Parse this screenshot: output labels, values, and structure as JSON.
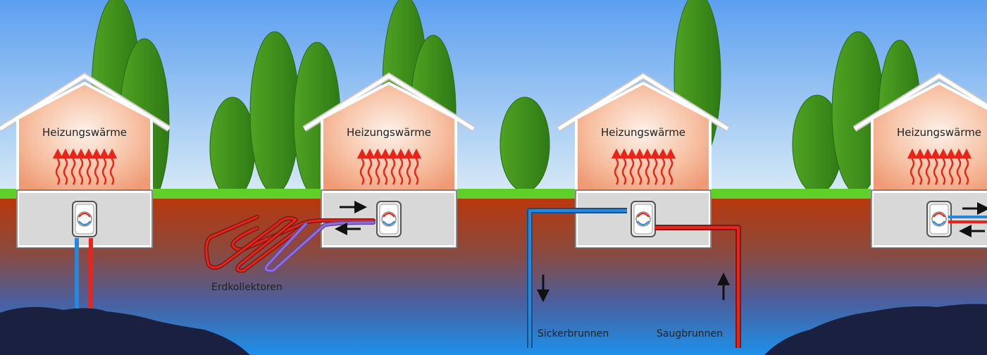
{
  "houses": [
    {
      "label": "Heizungswärme"
    },
    {
      "label": "Heizungswärme"
    },
    {
      "label": "Heizungswärme"
    },
    {
      "label": "Heizungswärme"
    }
  ],
  "labels": {
    "collectors": "Erdkollektoren",
    "infiltration_well": "Sickerbrunnen",
    "suction_well": "Saugbrunnen"
  },
  "colors": {
    "sky": "#6aa6f0",
    "grass": "#5fd02a",
    "soil_top": "#b8380c",
    "groundwater": "#1c8ee8",
    "bedrock": "#1a2040",
    "pipe_hot": "#e8241c",
    "pipe_cold": "#2a86d8"
  }
}
